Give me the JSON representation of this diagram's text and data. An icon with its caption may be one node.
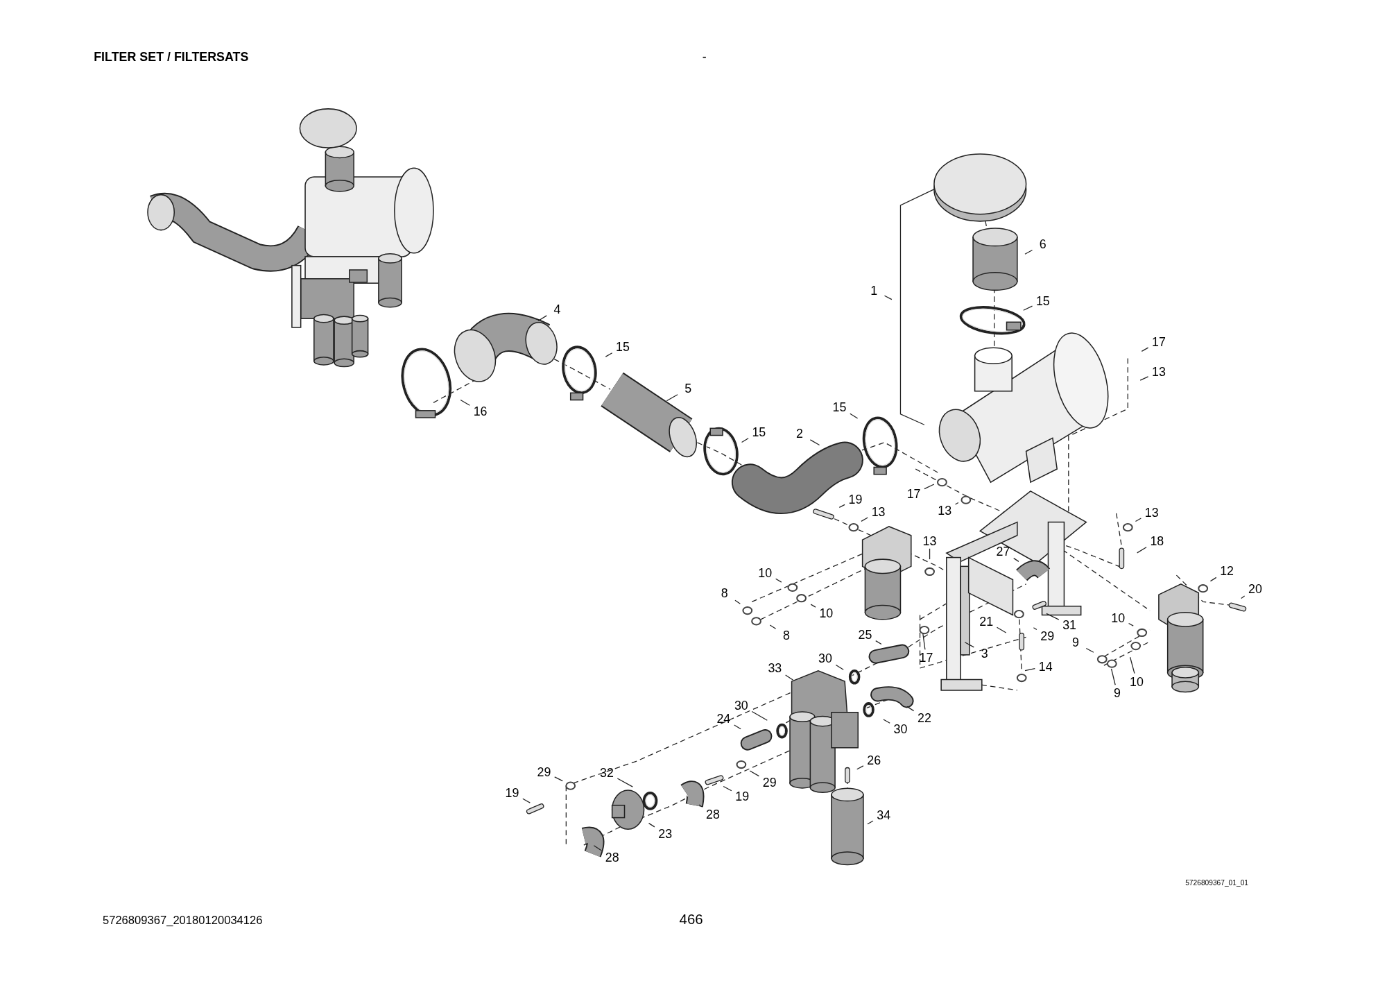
{
  "diagram": {
    "title": "FILTER SET / FILTERSATS",
    "nodes": [
      {
        "text": [
          "6"
        ]
      },
      {
        "text": [
          "1"
        ]
      },
      {
        "text": [
          "15"
        ]
      },
      {
        "text": [
          "4"
        ]
      },
      {
        "text": [
          "17"
        ]
      },
      {
        "text": [
          "15"
        ]
      },
      {
        "text": [
          "13"
        ]
      },
      {
        "text": [
          "5"
        ]
      },
      {
        "text": [
          "15"
        ]
      },
      {
        "text": [
          "16"
        ]
      },
      {
        "text": [
          "15"
        ]
      },
      {
        "text": [
          "2"
        ]
      },
      {
        "text": [
          "17"
        ]
      },
      {
        "text": [
          "19"
        ]
      },
      {
        "text": [
          "13"
        ]
      },
      {
        "text": [
          "13"
        ]
      },
      {
        "text": [
          "13"
        ]
      },
      {
        "text": [
          "13"
        ]
      },
      {
        "text": [
          "18"
        ]
      },
      {
        "text": [
          "27"
        ]
      },
      {
        "text": [
          "12"
        ]
      },
      {
        "text": [
          "10"
        ]
      },
      {
        "text": [
          "20"
        ]
      },
      {
        "text": [
          "8"
        ]
      },
      {
        "text": [
          "10"
        ]
      },
      {
        "text": [
          "10"
        ]
      },
      {
        "text": [
          "21"
        ]
      },
      {
        "text": [
          "31"
        ]
      },
      {
        "text": [
          "25"
        ]
      },
      {
        "text": [
          "8"
        ]
      },
      {
        "text": [
          "29"
        ]
      },
      {
        "text": [
          "9"
        ]
      },
      {
        "text": [
          "3"
        ]
      },
      {
        "text": [
          "17"
        ]
      },
      {
        "text": [
          "30"
        ]
      },
      {
        "text": [
          "14"
        ]
      },
      {
        "text": [
          "33"
        ]
      },
      {
        "text": [
          "10"
        ]
      },
      {
        "text": [
          "9"
        ]
      },
      {
        "text": [
          "30"
        ]
      },
      {
        "text": [
          "22"
        ]
      },
      {
        "text": [
          "24"
        ]
      },
      {
        "text": [
          "30"
        ]
      },
      {
        "text": [
          "26"
        ]
      },
      {
        "text": [
          "29"
        ]
      },
      {
        "text": [
          "32"
        ]
      },
      {
        "text": [
          "29"
        ]
      },
      {
        "text": [
          "19"
        ]
      },
      {
        "text": [
          "19"
        ]
      },
      {
        "text": [
          "28"
        ]
      },
      {
        "text": [
          "34"
        ]
      },
      {
        "text": [
          "23"
        ]
      },
      {
        "text": [
          "28"
        ]
      }
    ],
    "edges": [
      {
        "from": 0,
        "to": null,
        "arrow": "none"
      },
      {
        "from": 1,
        "to": null,
        "arrow": "none"
      },
      {
        "from": 2,
        "to": null,
        "arrow": "none"
      },
      {
        "from": 3,
        "to": null,
        "arrow": "none"
      },
      {
        "from": 4,
        "to": null,
        "arrow": "none"
      },
      {
        "from": 5,
        "to": null,
        "arrow": "none"
      },
      {
        "from": 6,
        "to": null,
        "arrow": "none"
      },
      {
        "from": 7,
        "to": null,
        "arrow": "none"
      },
      {
        "from": 8,
        "to": null,
        "arrow": "none"
      },
      {
        "from": 9,
        "to": null,
        "arrow": "none"
      },
      {
        "from": 10,
        "to": null,
        "arrow": "none"
      },
      {
        "from": 11,
        "to": null,
        "arrow": "none"
      },
      {
        "from": 12,
        "to": null,
        "arrow": "none"
      },
      {
        "from": 13,
        "to": null,
        "arrow": "none"
      },
      {
        "from": 14,
        "to": null,
        "arrow": "none"
      },
      {
        "from": 15,
        "to": null,
        "arrow": "none"
      },
      {
        "from": 16,
        "to": null,
        "arrow": "none"
      },
      {
        "from": 17,
        "to": null,
        "arrow": "none"
      },
      {
        "from": 18,
        "to": null,
        "arrow": "none"
      },
      {
        "from": 19,
        "to": null,
        "arrow": "none"
      },
      {
        "from": 20,
        "to": null,
        "arrow": "none"
      },
      {
        "from": 21,
        "to": null,
        "arrow": "none"
      },
      {
        "from": 22,
        "to": null,
        "arrow": "none"
      },
      {
        "from": 23,
        "to": null,
        "arrow": "none"
      },
      {
        "from": 24,
        "to": null,
        "arrow": "none"
      },
      {
        "from": 25,
        "to": null,
        "arrow": "none"
      },
      {
        "from": 26,
        "to": null,
        "arrow": "none"
      },
      {
        "from": 27,
        "to": null,
        "arrow": "none"
      },
      {
        "from": 28,
        "to": null,
        "arrow": "none"
      },
      {
        "from": 29,
        "to": null,
        "arrow": "none"
      },
      {
        "from": 30,
        "to": null,
        "arrow": "none"
      },
      {
        "from": 31,
        "to": null,
        "arrow": "none"
      },
      {
        "from": 32,
        "to": null,
        "arrow": "none"
      },
      {
        "from": 33,
        "to": null,
        "arrow": "none"
      },
      {
        "from": 34,
        "to": null,
        "arrow": "none"
      },
      {
        "from": 35,
        "to": null,
        "arrow": "none"
      },
      {
        "from": 36,
        "to": null,
        "arrow": "none"
      },
      {
        "from": 37,
        "to": null,
        "arrow": "none"
      },
      {
        "from": 38,
        "to": null,
        "arrow": "none"
      },
      {
        "from": 39,
        "to": null,
        "arrow": "none"
      },
      {
        "from": 40,
        "to": null,
        "arrow": "none"
      },
      {
        "from": 41,
        "to": null,
        "arrow": "none"
      },
      {
        "from": 42,
        "to": null,
        "arrow": "none"
      },
      {
        "from": 43,
        "to": null,
        "arrow": "none"
      },
      {
        "from": 44,
        "to": null,
        "arrow": "none"
      },
      {
        "from": 45,
        "to": null,
        "arrow": "none"
      },
      {
        "from": 46,
        "to": null,
        "arrow": "none"
      },
      {
        "from": 47,
        "to": null,
        "arrow": "none"
      },
      {
        "from": 48,
        "to": null,
        "arrow": "none"
      },
      {
        "from": 49,
        "to": null,
        "arrow": "none"
      },
      {
        "from": 50,
        "to": null,
        "arrow": "none"
      },
      {
        "from": 51,
        "to": null,
        "arrow": "none"
      },
      {
        "from": 52,
        "to": null,
        "arrow": "none"
      }
    ],
    "labels": [
      "-",
      "5726809367_01_01",
      "5726809367_20180120034126",
      "466"
    ]
  }
}
